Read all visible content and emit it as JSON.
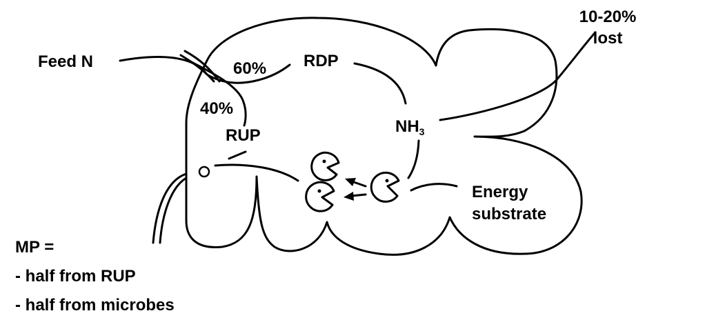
{
  "labels": {
    "feed_n": "Feed N",
    "pct_60": "60%",
    "pct_40": "40%",
    "rdp": "RDP",
    "rup": "RUP",
    "nh3_main": "NH",
    "nh3_sub": "3",
    "lost_pct": "10-20%",
    "lost_word": "lost",
    "energy_line1": "Energy",
    "energy_line2": "substrate"
  },
  "mp_note": {
    "title": "MP =",
    "line1": "- half from RUP",
    "line2": "- half from microbes"
  }
}
